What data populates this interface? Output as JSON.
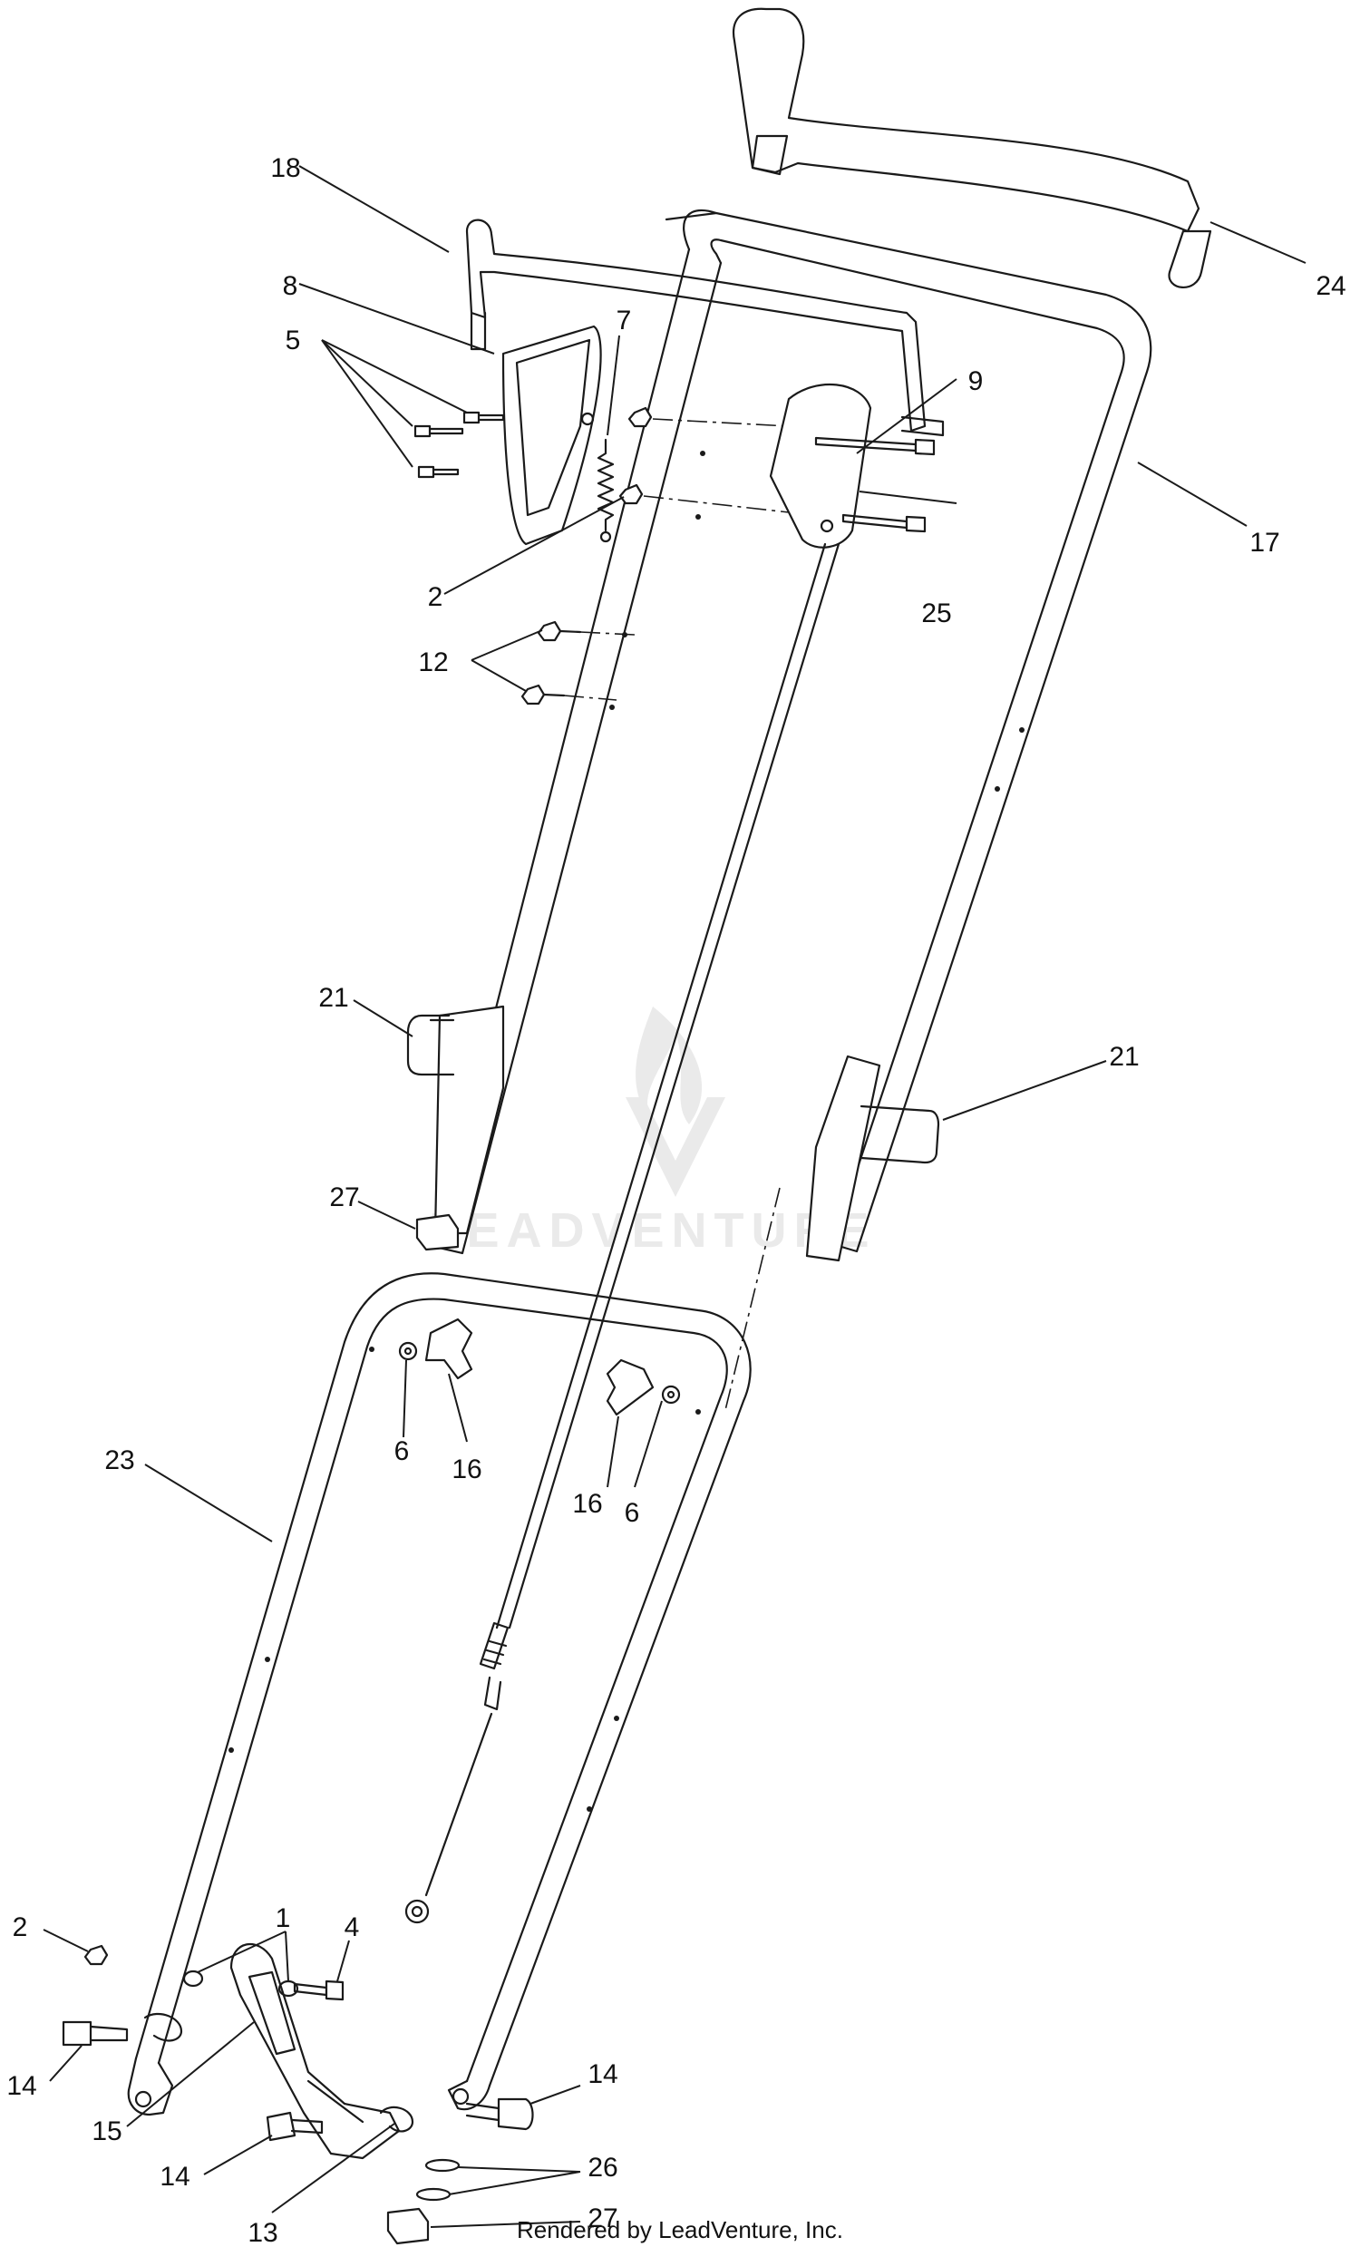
{
  "diagram": {
    "callouts": [
      "1",
      "2",
      "2",
      "4",
      "5",
      "6",
      "6",
      "7",
      "8",
      "9",
      "12",
      "13",
      "14",
      "14",
      "14",
      "15",
      "16",
      "16",
      "17",
      "18",
      "21",
      "21",
      "23",
      "24",
      "25",
      "26",
      "27",
      "27"
    ],
    "watermark": "LEADVENTURE",
    "footer": "Rendered by LeadVenture, Inc.",
    "colors": {
      "line": "#1a1a1a",
      "watermark": "#d9d9d9",
      "background": "#ffffff"
    }
  }
}
